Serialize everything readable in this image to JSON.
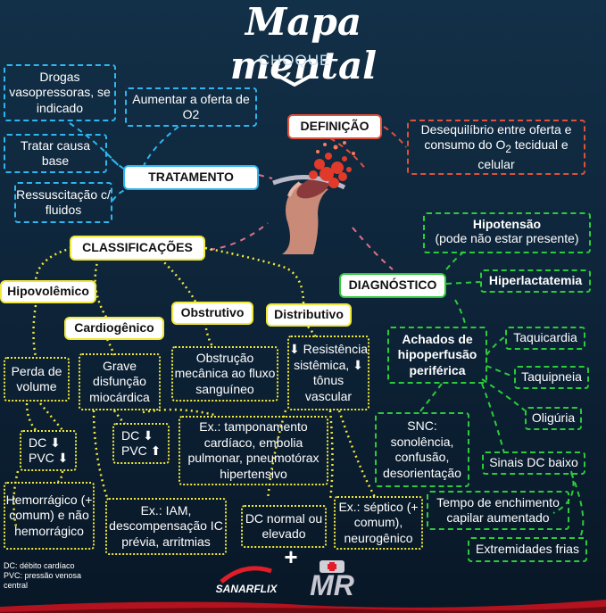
{
  "header": {
    "title": "Mapa mental",
    "subtitle": "CHOQUE"
  },
  "definicao": {
    "label": "DEFINIÇÃO",
    "text_before": "Desequilíbrio entre oferta e consumo do O",
    "text_sub": "2",
    "text_after": " tecidual e celular"
  },
  "tratamento": {
    "label": "TRATAMENTO",
    "items": [
      "Drogas vasopressoras, se indicado",
      "Aumentar a oferta de O2",
      "Tratar causa base",
      "Ressuscitação c/ fluidos"
    ]
  },
  "classificacoes": {
    "label": "CLASSIFICAÇÕES",
    "hipovolemico": {
      "label": "Hipovolêmico",
      "desc": "Perda de volume",
      "dc": "DC ⬇",
      "pvc": "PVC ⬇",
      "example": "Hemorrágico (+ comum) e não hemorrágico"
    },
    "cardiogenico": {
      "label": "Cardiogênico",
      "desc": "Grave disfunção miocárdica",
      "dc": "DC ⬇",
      "pvc": "PVC ⬆",
      "example": "Ex.: IAM, descompensação IC prévia, arritmias"
    },
    "obstrutivo": {
      "label": "Obstrutivo",
      "desc": "Obstrução mecânica ao fluxo sanguíneo",
      "example": "Ex.: tamponamento cardíaco, embolia pulmonar, pneumotórax hipertensivo"
    },
    "distributivo": {
      "label": "Distributivo",
      "desc": "⬇ Resistência sistêmica, ⬇ tônus vascular",
      "dc": "DC normal ou elevado",
      "example": "Ex.: séptico (+ comum), neurogênico"
    }
  },
  "diagnostico": {
    "label": "DIAGNÓSTICO",
    "hipotensao_title": "Hipotensão",
    "hipotensao_note": "(pode não estar presente)",
    "hiperlactatemia": "Hiperlactatemia",
    "achados": "Achados de hipoperfusão periférica",
    "taquicardia": "Taquicardia",
    "taquipneia": "Taquipneia",
    "oliguria": "Oligúria",
    "snc": "SNC: sonolência, confusão, desorientação",
    "sinais_dc": "Sinais DC baixo",
    "tempo_enchimento": "Tempo de enchimento capilar aumentado",
    "extremidades": "Extremidades frias"
  },
  "legend": {
    "line1": "DC: débito cardíaco",
    "line2": "PVC: pressão venosa central"
  },
  "logos": {
    "sanar": "SANARFLIX",
    "plus": "+",
    "mr": "MR"
  },
  "colors": {
    "blue": "#2eb6ee",
    "red": "#e0503a",
    "green": "#2ccb3b",
    "yellow": "#f0e83a",
    "background": "#0d2236"
  }
}
